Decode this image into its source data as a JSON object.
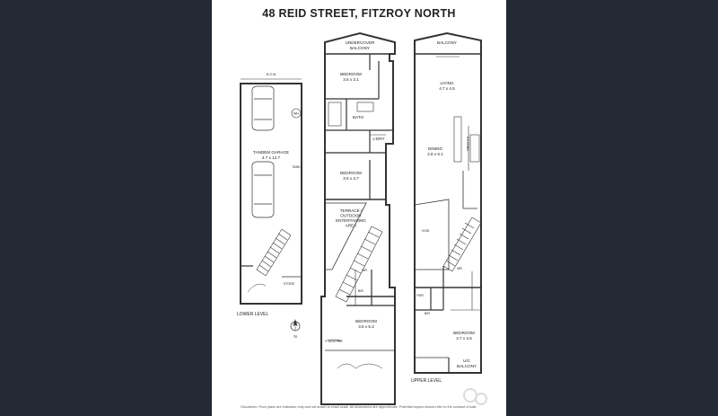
{
  "title": "48 REID STREET, FITZROY NORTH",
  "lower_level": {
    "label": "LOWER LEVEL",
    "row": "R.O.W",
    "garage_name": "TANDEM GARAGE",
    "garage_dims": "4.7 x 12.7",
    "tank": "TANK",
    "store": "STORE",
    "wh": "WH"
  },
  "middle_level": {
    "undercover_line1": "UNDERCOVER",
    "undercover_line2": "BALCONY",
    "bed1_name": "BEDROOM",
    "bed1_dims": "3.5 x 3.1",
    "bath": "BATH",
    "lory": "L'DRY",
    "bed2_name": "BEDROOM",
    "bed2_dims": "3.5 x 3.7",
    "terrace_line1": "TERRACE /",
    "terrace_line2": "OUTDOOR",
    "terrace_line3": "ENTERTAINING",
    "terrace_line4": "AREA",
    "bed3_name": "BEDROOM",
    "bed3_dims": "3.6 x 5.3",
    "entry": "ENTRY",
    "br": "B/R",
    "wr": "WR"
  },
  "upper_level": {
    "label": "UPPER LEVEL",
    "balcony": "BALCONY",
    "living_name": "LIVING",
    "living_dims": "4.7 x 4.5",
    "dining_name": "DINING",
    "dining_dims": "2.8 x 6.1",
    "kitchen": "KITCHEN",
    "void": "VOID",
    "bed_name": "BEDROOM",
    "bed_dims": "4.7 x 4.5",
    "uc_line1": "U/C",
    "uc_line2": "BALCONY",
    "pdr": "PDR",
    "br": "B/R",
    "wr": "WR"
  },
  "compass": "N",
  "disclaimer": "Disclaimer: Floor plans are indicative only and not drawn to exact scale. All dimensions are approximate. Potential buyers should refer to the contract of sale."
}
